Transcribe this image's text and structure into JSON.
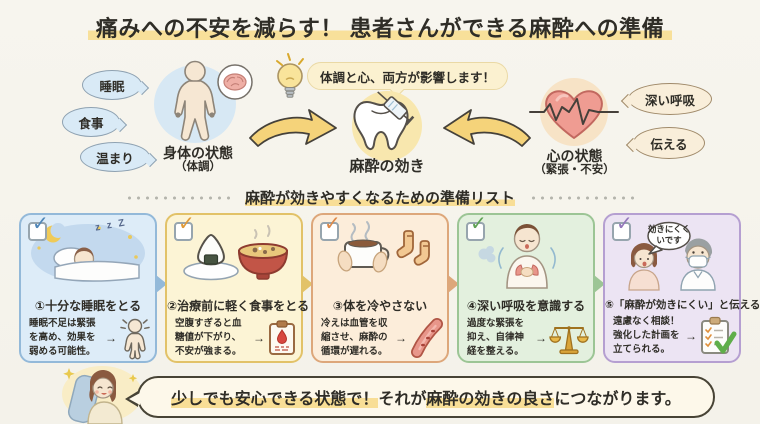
{
  "page": {
    "title": "痛みへの不安を減らす！ 患者さんができる麻酔への準備"
  },
  "diagram": {
    "body": {
      "bubbles": [
        "睡眠",
        "食事",
        "温まり"
      ],
      "label": "身体の状態",
      "sublabel": "（体調）"
    },
    "center": {
      "callout": "体調と心、両方が影響します！",
      "label": "麻酔の効き"
    },
    "mind": {
      "label": "心の状態",
      "sublabel": "（緊張・不安）",
      "bubbles": [
        "深い呼吸",
        "伝える"
      ]
    }
  },
  "checklist": {
    "heading": "麻酔が効きやすくなるための準備リスト",
    "cards": [
      {
        "check": "✓",
        "title": "①十分な睡眠をとる",
        "body": "睡眠不足は緊張を高め、効果を弱める可能性。",
        "arrow": "→",
        "sleep_zzz": "z z Z",
        "accent": "#4f86b8",
        "fill": "#ddecf8",
        "border": "#93b9d9"
      },
      {
        "check": "✓",
        "title": "②治療前に軽く食事をとる",
        "body": "空腹すぎると血糖値が下がり、不安が強まる。",
        "arrow": "→",
        "accent": "#e09a38",
        "fill": "#fcf4d5",
        "border": "#e2c268"
      },
      {
        "check": "✓",
        "title": "③体を冷やさない",
        "body": "冷えは血管を収縮させ、麻酔の循環が遅れる。",
        "arrow": "→",
        "accent": "#dd8948",
        "fill": "#fcedda",
        "border": "#dda77a"
      },
      {
        "check": "✓",
        "title": "④深い呼吸を意識する",
        "body": "過度な緊張を抑え、自律神経を整える。",
        "arrow": "→",
        "accent": "#5fa254",
        "fill": "#e3f0de",
        "border": "#9cc595"
      },
      {
        "check": "✓",
        "title": "⑤「麻酔が効きにくい」と伝える",
        "body": "遠慮なく相談！強化した計画を立てられる。",
        "arrow": "→",
        "patient_quote": "効きにくくいです",
        "accent": "#9477bb",
        "fill": "#ece4f3",
        "border": "#b59fd1"
      }
    ]
  },
  "footer": {
    "segments": [
      {
        "text": "少しでも安心できる状態で！",
        "highlight": true
      },
      {
        "text": " それが",
        "highlight": false
      },
      {
        "text": "麻酔の効きの良さ",
        "highlight": true
      },
      {
        "text": "につながります。",
        "highlight": false
      }
    ]
  },
  "colors": {
    "highlight_yellow": "#f8e09a",
    "arrow_yellow": "#f5d37a",
    "paper_background": "#f5f3ec"
  }
}
